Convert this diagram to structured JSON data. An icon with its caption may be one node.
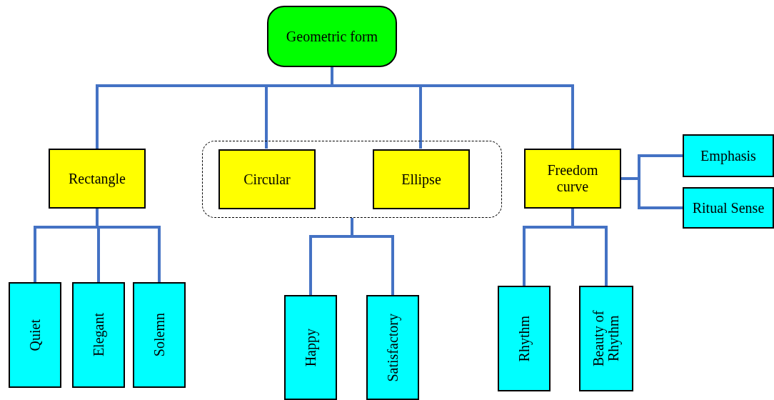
{
  "diagram": {
    "nodes": [
      {
        "text": [
          "Geometric form"
        ]
      },
      {
        "text": [
          "Rectangle"
        ]
      },
      {
        "text": [],
        "shape": "box"
      },
      {
        "text": [
          "Circular"
        ],
        "in": 2
      },
      {
        "text": [
          "Ellipse"
        ],
        "in": 2
      },
      {
        "text": [
          "Freedom curve"
        ]
      },
      {
        "text": [
          "Emphasis"
        ]
      },
      {
        "text": [
          "Ritual Sense"
        ]
      },
      {
        "text": [
          "Quiet"
        ]
      },
      {
        "text": [
          "Elegant"
        ]
      },
      {
        "text": [
          "Solemn"
        ]
      },
      {
        "text": [
          "Happy"
        ]
      },
      {
        "text": [
          "Satisfactory"
        ]
      },
      {
        "text": [
          "Rhythm"
        ]
      },
      {
        "text": [
          "Beauty of Rhythm"
        ]
      }
    ],
    "edges": [
      {
        "from": 0,
        "to": 1,
        "arrow": "none"
      },
      {
        "from": 0,
        "to": 3,
        "arrow": "none"
      },
      {
        "from": 0,
        "to": 4,
        "arrow": "none"
      },
      {
        "from": 0,
        "to": 5,
        "arrow": "none"
      },
      {
        "from": 5,
        "to": 6,
        "arrow": "none"
      },
      {
        "from": 5,
        "to": 7,
        "arrow": "none"
      },
      {
        "from": 1,
        "to": 8,
        "arrow": "none"
      },
      {
        "from": 1,
        "to": 9,
        "arrow": "none"
      },
      {
        "from": 1,
        "to": 10,
        "arrow": "none"
      },
      {
        "from": 2,
        "to": 11,
        "arrow": "none"
      },
      {
        "from": 2,
        "to": 12,
        "arrow": "none"
      },
      {
        "from": 5,
        "to": 13,
        "arrow": "none"
      },
      {
        "from": 5,
        "to": 14,
        "arrow": "none"
      }
    ]
  }
}
